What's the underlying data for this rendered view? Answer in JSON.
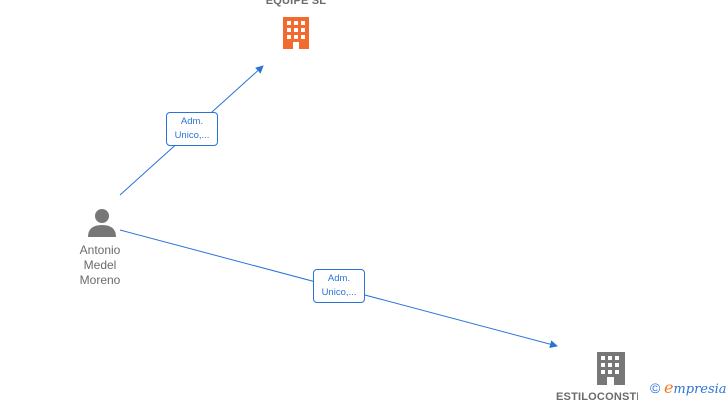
{
  "nodes": {
    "person": {
      "name": [
        "Antonio",
        "Medel",
        "Moreno"
      ]
    },
    "company_top": {
      "name": "EQUIPE  SL",
      "color": "#f26a2e"
    },
    "company_bottom": {
      "name": "ESTILOCONSTR",
      "color": "#777777"
    }
  },
  "edges": [
    {
      "from": "person",
      "to": "company_top",
      "label": [
        "Adm.",
        "Unico,..."
      ]
    },
    {
      "from": "person",
      "to": "company_bottom",
      "label": [
        "Adm.",
        "Unico,..."
      ]
    }
  ],
  "brand": {
    "copyright": "©",
    "initial": "e",
    "rest": "mpresia"
  },
  "colors": {
    "edge": "#2b74d6",
    "text": "#6b6b6b"
  }
}
